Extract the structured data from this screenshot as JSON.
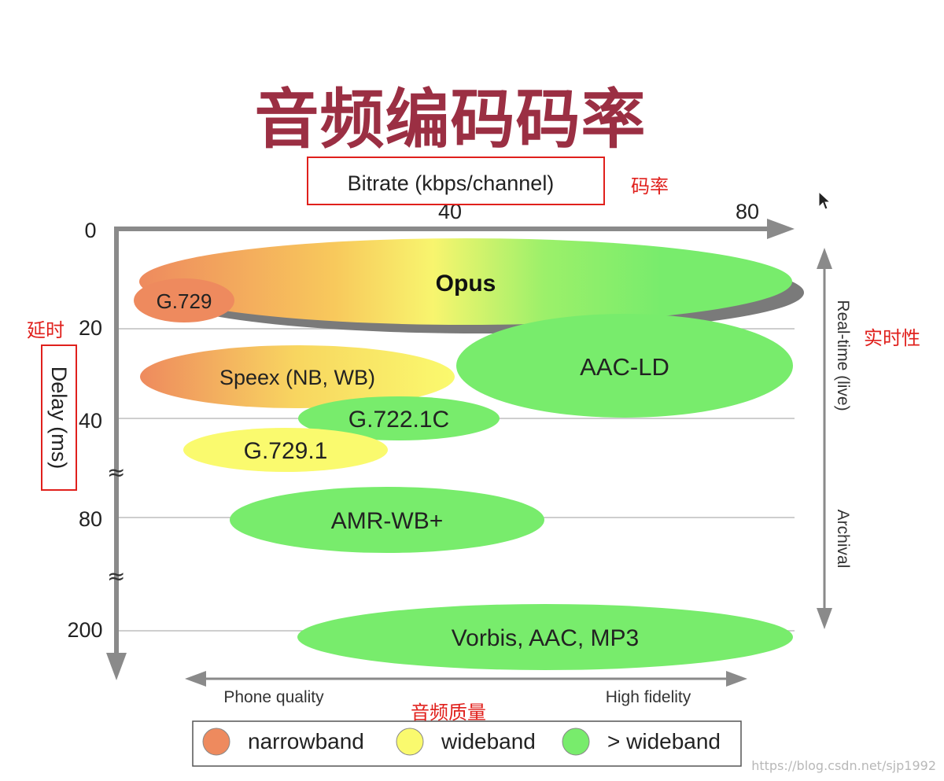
{
  "title": "音频编码码率",
  "axes": {
    "x_label": "Bitrate (kbps/channel)",
    "x_ticks": [
      "40",
      "80"
    ],
    "y_label": "Delay (ms)",
    "y_ticks": [
      "0",
      "20",
      "40",
      "80",
      "200"
    ],
    "break_symbol": "≈",
    "right_top": "Real-time (live)",
    "right_bottom": "Archival",
    "bottom_left": "Phone quality",
    "bottom_right": "High fidelity"
  },
  "codecs": [
    {
      "name": "Opus",
      "band": "all"
    },
    {
      "name": "G.729",
      "band": "narrowband"
    },
    {
      "name": "AAC-LD",
      "band": "> wideband"
    },
    {
      "name": "Speex (NB, WB)",
      "band": "narrowband-wideband"
    },
    {
      "name": "G.722.1C",
      "band": "> wideband"
    },
    {
      "name": "G.729.1",
      "band": "wideband"
    },
    {
      "name": "AMR-WB+",
      "band": "> wideband"
    },
    {
      "name": "Vorbis, AAC, MP3",
      "band": "> wideband"
    }
  ],
  "legend": [
    {
      "label": "narrowband",
      "color": "#ee8a5e"
    },
    {
      "label": "wideband",
      "color": "#fafa6e"
    },
    {
      "label": "> wideband",
      "color": "#78ec6c"
    }
  ],
  "annotations": {
    "bitrate": "码率",
    "delay": "延时",
    "realtime": "实时性",
    "quality": "音频质量"
  },
  "watermark": "https://blog.csdn.net/sjp1992"
}
